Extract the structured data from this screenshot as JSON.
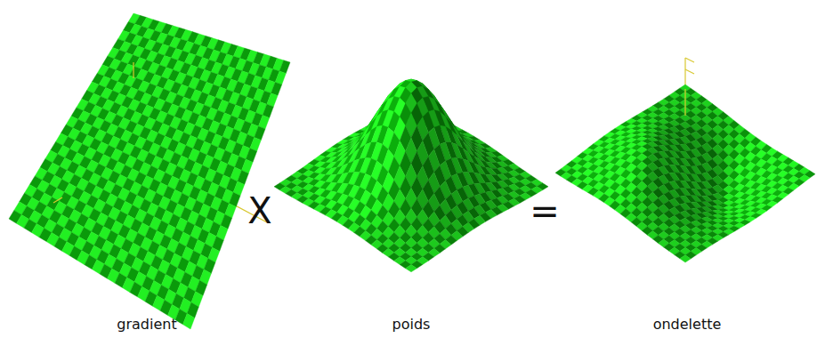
{
  "diagram": {
    "labels": [
      "gradient",
      "X",
      "poids",
      "=",
      "ondelette"
    ]
  }
}
